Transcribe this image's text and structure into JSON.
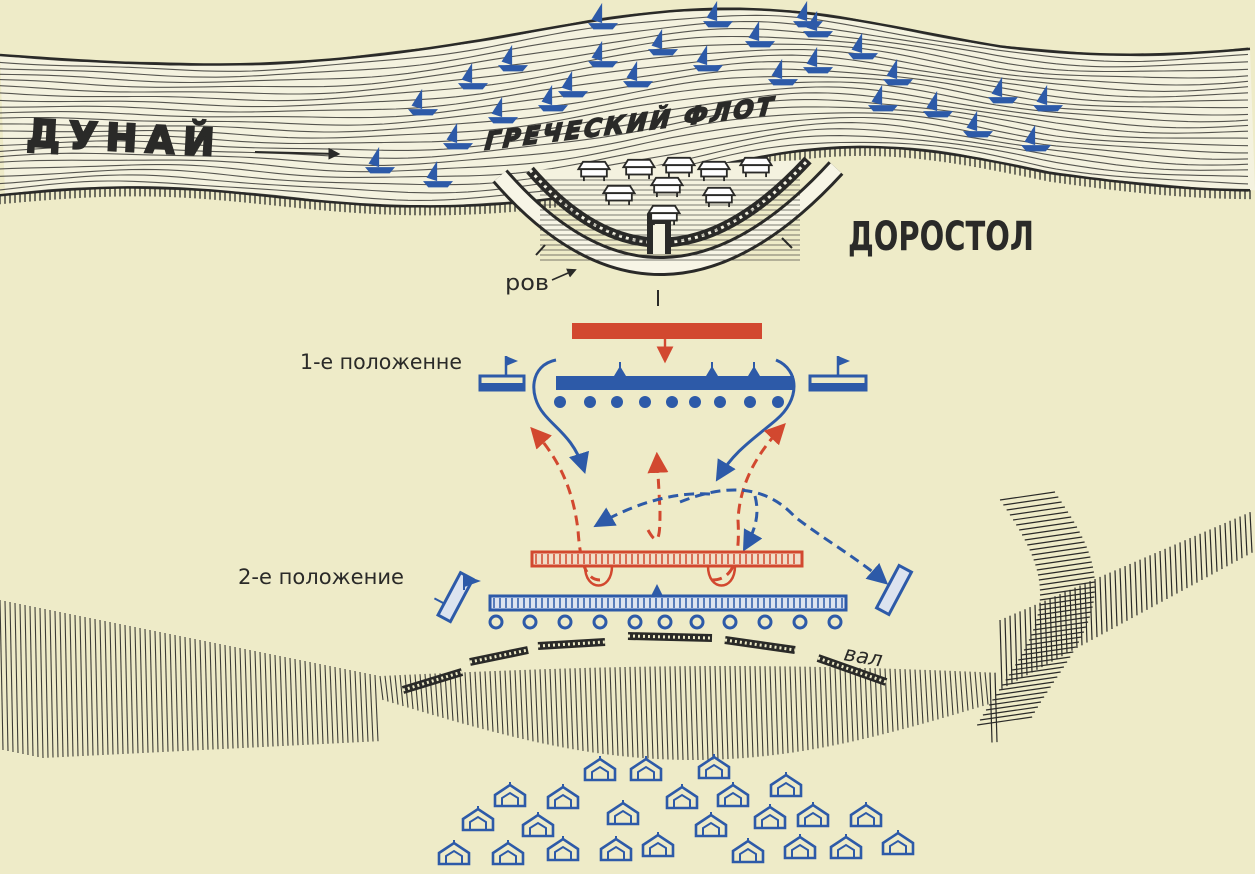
{
  "labels": {
    "river": "ДУНАЙ",
    "fleet": "ГРЕЧЕСКИЙ ФЛОТ",
    "city": "ДОРОСТОЛ",
    "moat": "ров",
    "position_1": "1-е положенне",
    "position_2": "2-е положение",
    "rampart": "вал"
  },
  "colors": {
    "background": "#eeebc8",
    "ink": "#2a2a28",
    "blue": "#2d5aa8",
    "red": "#d2482f"
  },
  "icons": {
    "ship": "ship-icon",
    "tent": "tent-icon",
    "flag": "flag-icon",
    "cavalry": "cavalry-icon"
  }
}
